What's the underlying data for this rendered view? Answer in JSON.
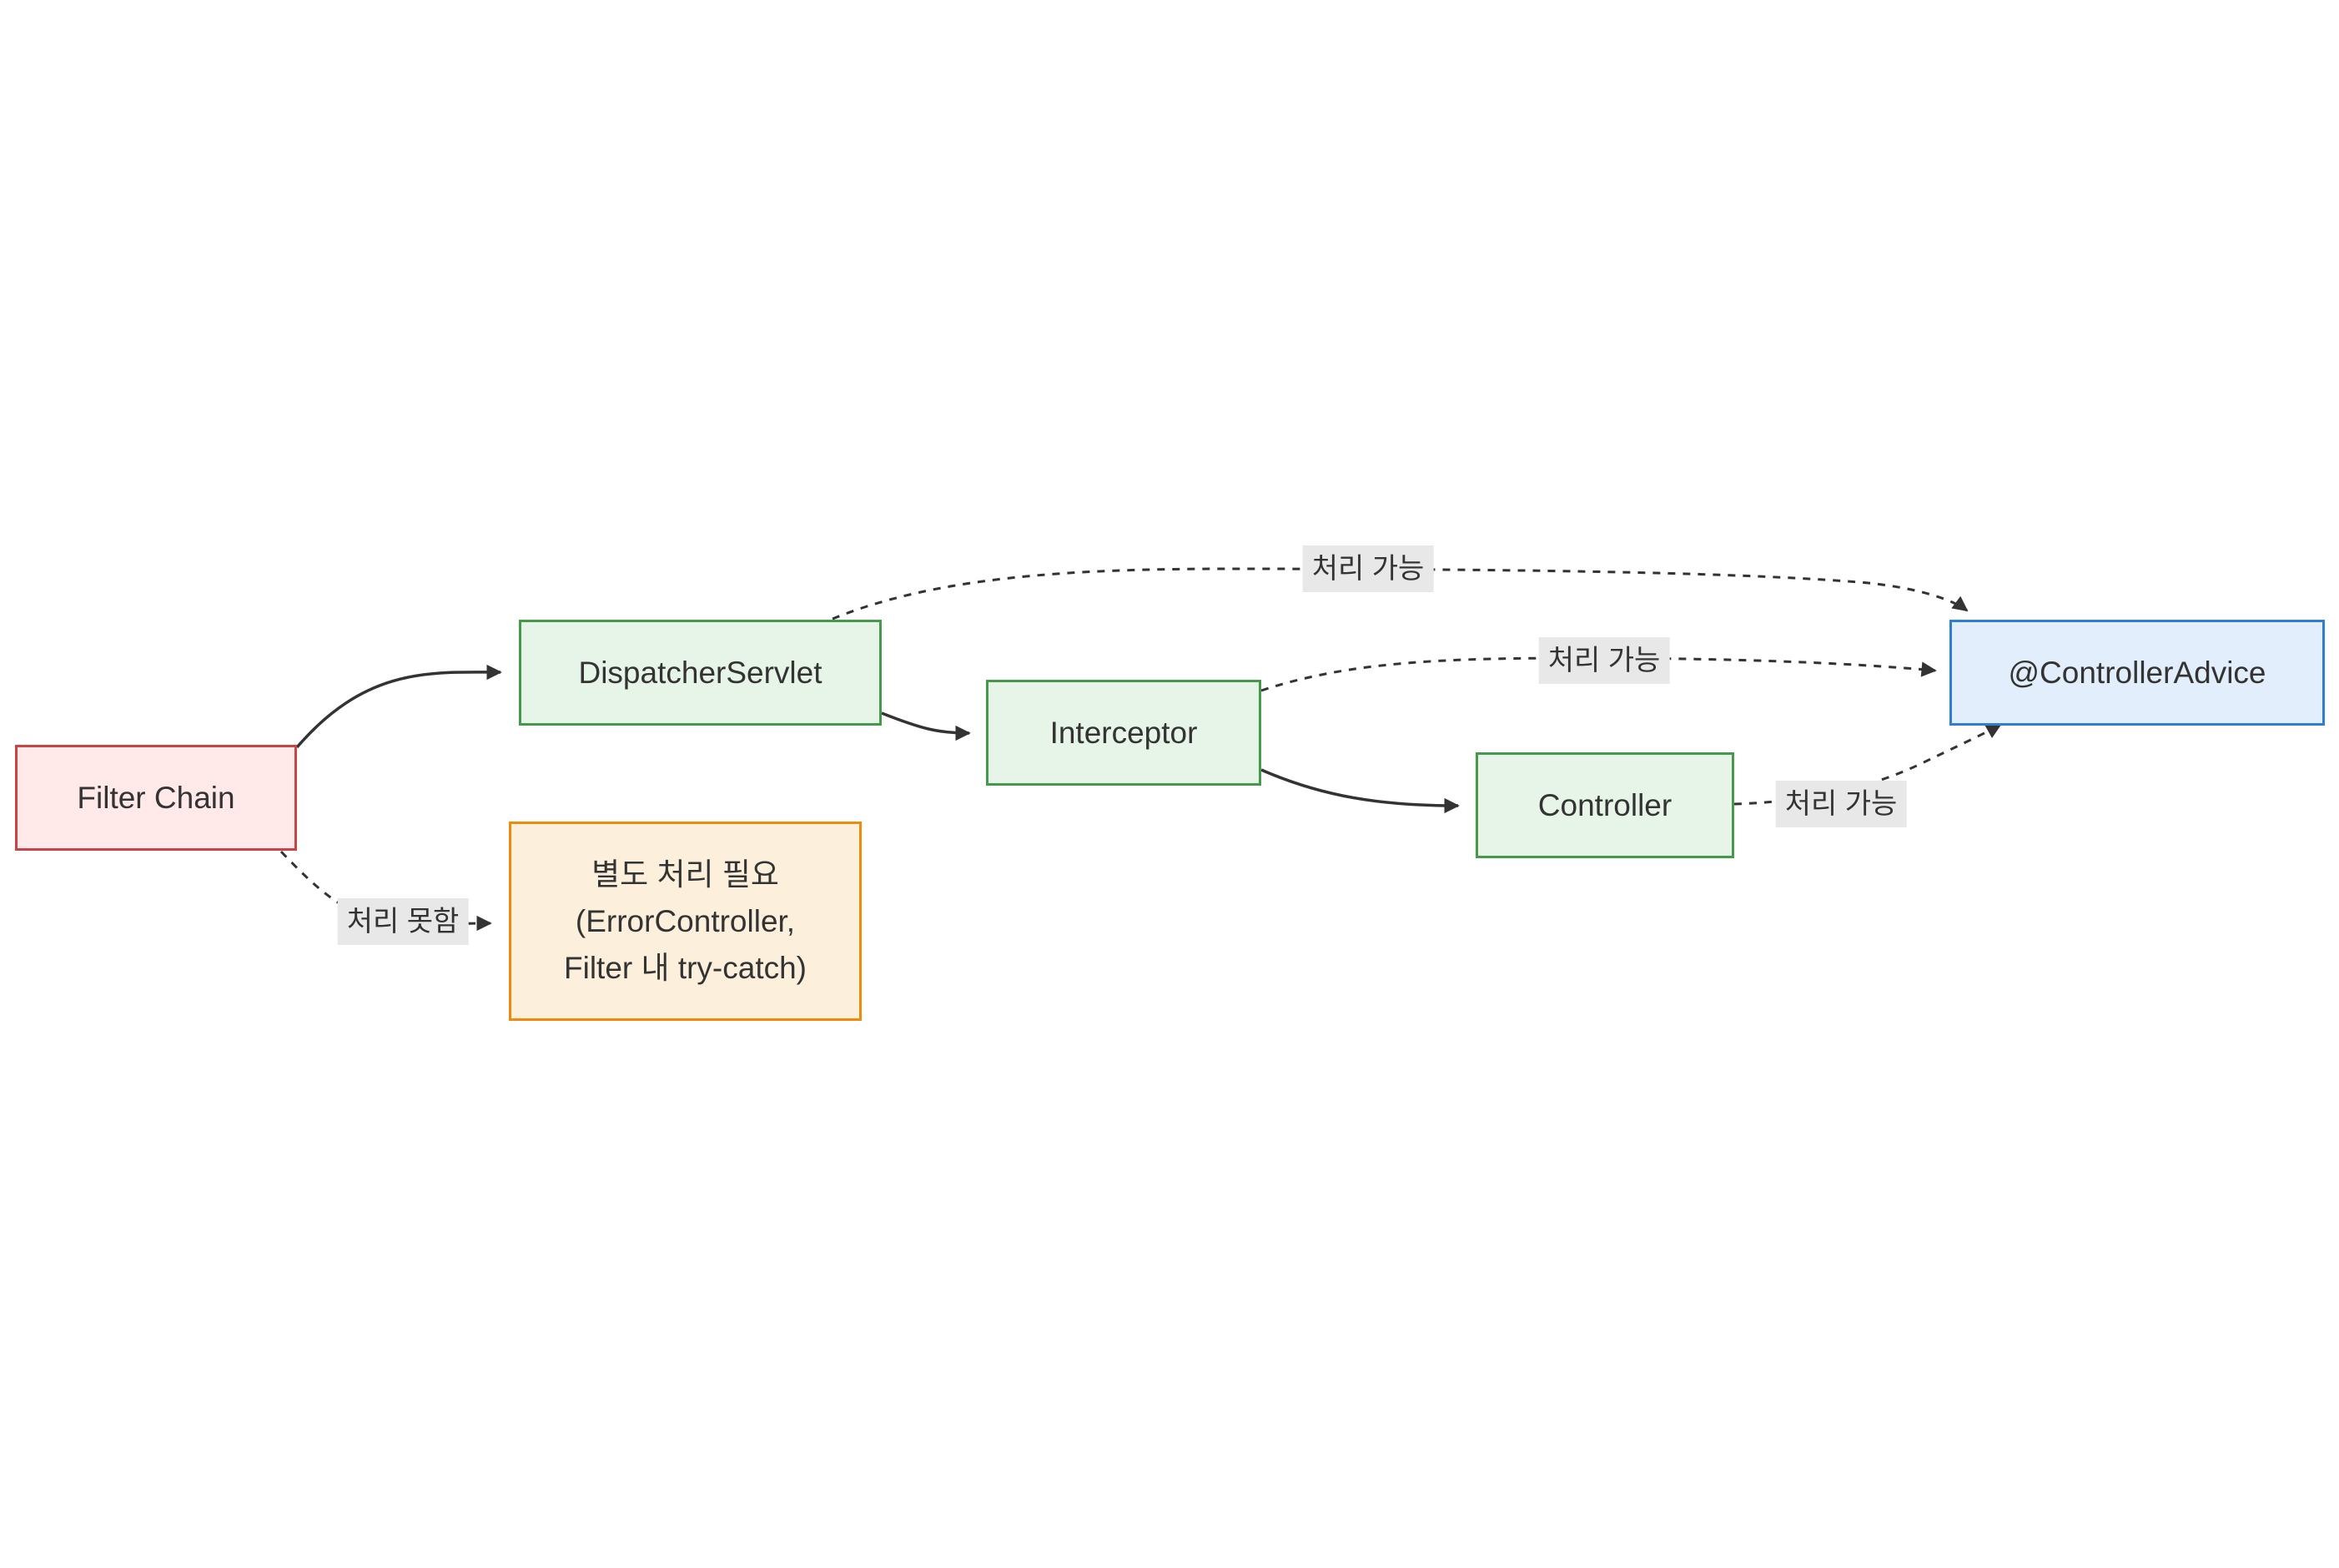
{
  "diagram": {
    "title": "",
    "type": "flowchart",
    "direction": "LR",
    "nodes": {
      "filter_chain": {
        "label": "Filter Chain",
        "fill": "#ffe9e9",
        "stroke": "#c94545"
      },
      "dispatcher_servlet": {
        "label": "DispatcherServlet",
        "fill": "#e7f4e8",
        "stroke": "#44994a"
      },
      "interceptor": {
        "label": "Interceptor",
        "fill": "#e7f4e8",
        "stroke": "#44994a"
      },
      "controller": {
        "label": "Controller",
        "fill": "#e7f4e8",
        "stroke": "#44994a"
      },
      "controller_advice": {
        "label": "@ControllerAdvice",
        "fill": "#e2eefb",
        "stroke": "#2e7fd2"
      },
      "fallback": {
        "lines": [
          "별도 처리 필요",
          "(ErrorController,",
          "Filter 내 try-catch)"
        ],
        "fill": "#fcf0dc",
        "stroke": "#ef8a0d"
      }
    },
    "edges": [
      {
        "from": "Filter Chain",
        "to": "DispatcherServlet",
        "style": "solid",
        "label": ""
      },
      {
        "from": "DispatcherServlet",
        "to": "Interceptor",
        "style": "solid",
        "label": ""
      },
      {
        "from": "Interceptor",
        "to": "Controller",
        "style": "solid",
        "label": ""
      },
      {
        "from": "DispatcherServlet",
        "to": "@ControllerAdvice",
        "style": "dotted",
        "label": "처리 가능"
      },
      {
        "from": "Interceptor",
        "to": "@ControllerAdvice",
        "style": "dotted",
        "label": "처리 가능"
      },
      {
        "from": "Controller",
        "to": "@ControllerAdvice",
        "style": "dotted",
        "label": "처리 가능"
      },
      {
        "from": "Filter Chain",
        "to": "별도 처리 필요 (ErrorController, Filter 내 try-catch)",
        "style": "dotted",
        "label": "처리 못함"
      }
    ]
  },
  "colors": {
    "edge_line": "#333333",
    "edge_label_bg": "#e8e8e8",
    "text": "#333333",
    "background": "#ffffff"
  }
}
